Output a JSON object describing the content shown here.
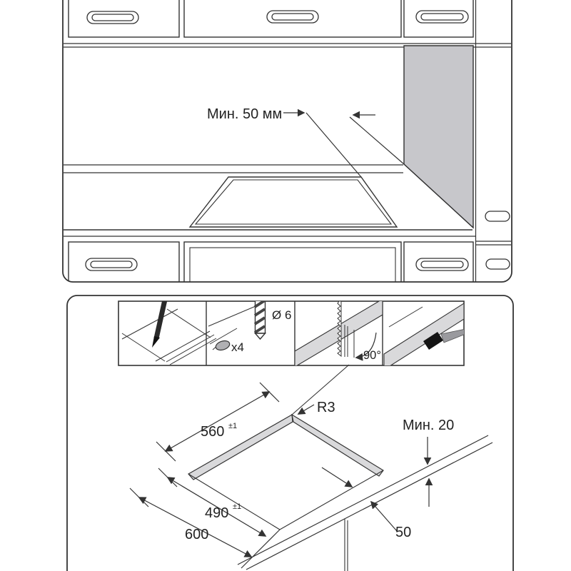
{
  "illustration": {
    "top_panel": {
      "clearance_label": "Мин. 50 мм"
    },
    "steps_strip": {
      "holes_label": "x4",
      "drill_label": "Ø 6",
      "angle_label": "90°"
    },
    "dimension_diagram": {
      "radius_label": "R3",
      "width_value": "560",
      "width_tol": "±1",
      "depth_value": "490",
      "depth_tol": "±1",
      "counter_depth_value": "600",
      "front_gap_value": "50",
      "min_thickness_label": "Мин. 20"
    },
    "colors": {
      "line": "#333333",
      "wall_shade": "#c7c7cb",
      "cut_band_shade": "#d9d9db"
    }
  }
}
